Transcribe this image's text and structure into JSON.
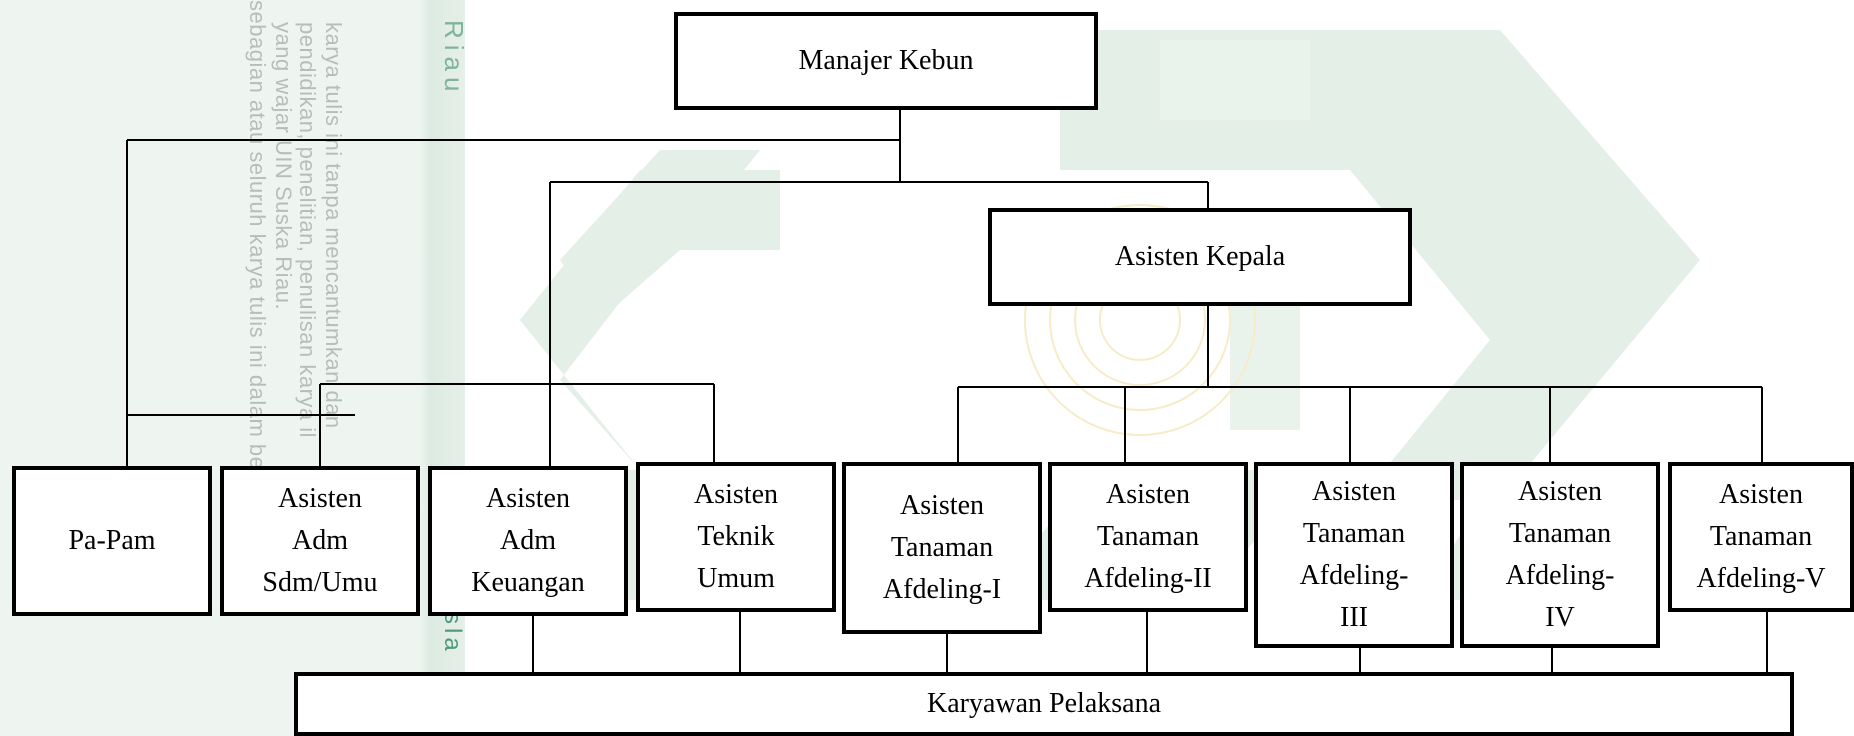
{
  "watermark": {
    "side_title": "Riau",
    "side_title_bottom": "sla",
    "lines": [
      "karya tulis ini tanpa mencantumkan dan",
      "pendidikan, penelitian, penulisan karya il",
      "yang wajar UIN Suska Riau.",
      "sebagian atau seluruh karya tulis ini dalam bentuk apapu"
    ]
  },
  "colors": {
    "box_border": "#000000",
    "connector": "#000000",
    "watermark_green": "#2f8a5f",
    "watermark_gold": "#e3c24a"
  },
  "org": {
    "manager": "Manajer Kebun",
    "head_assistant": "Asisten Kepala",
    "units": [
      "Pa-Pam",
      "Asisten\nAdm\nSdm/Umu",
      "Asisten\nAdm\nKeuangan",
      "Asisten\nTeknik\nUmum",
      "Asisten\nTanaman\nAfdeling-I",
      "Asisten\nTanaman\nAfdeling-II",
      "Asisten\nTanaman\nAfdeling-\nIII",
      "Asisten\nTanaman\nAfdeling-\nIV",
      "Asisten\nTanaman\nAfdeling-V"
    ],
    "staff": "Karyawan Pelaksana"
  }
}
